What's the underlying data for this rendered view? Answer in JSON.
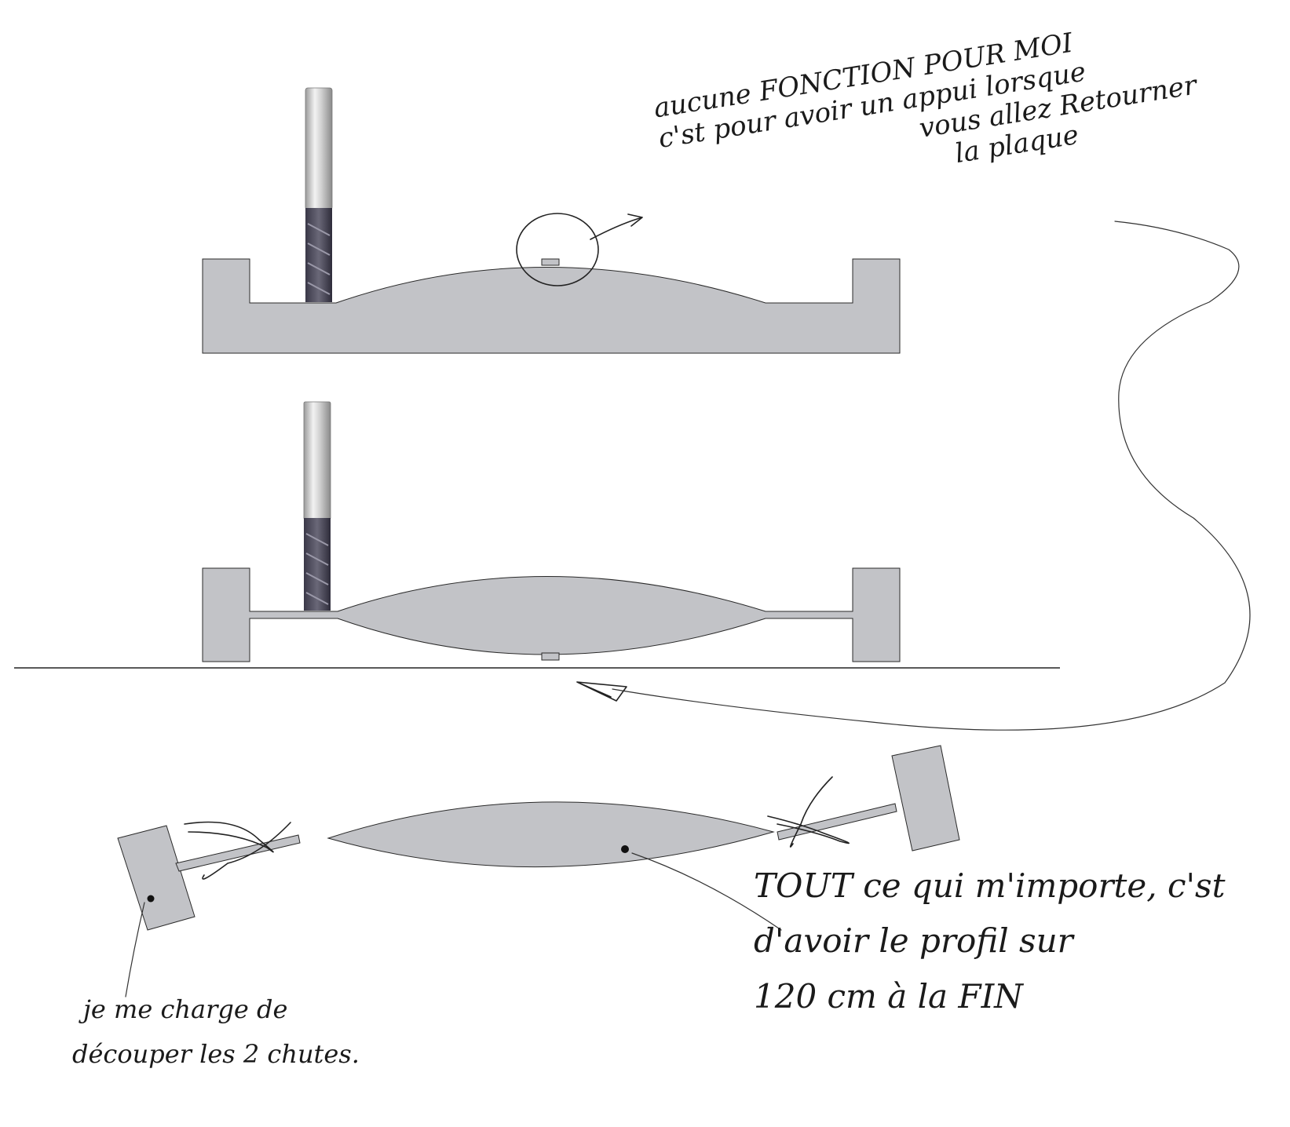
{
  "colors": {
    "part_gray": "#c2c3c7",
    "ink": "#222222",
    "tool_shank": "#d8d8d8",
    "tool_flutes": "#4a4858"
  },
  "annotations": {
    "top_note": {
      "lines": [
        "aucune FONCTION POUR MOI",
        "c'st pour avoir un appui lorsque",
        "vous allez Retourner",
        "la plaque"
      ]
    },
    "bottom_right_note": {
      "lines": [
        "TOUT ce qui m'importe, c'st",
        "d'avoir le profil sur",
        "120 cm à la FIN"
      ]
    },
    "bottom_left_note": {
      "lines": [
        "je me charge de",
        "découper les 2 chutes."
      ]
    }
  }
}
